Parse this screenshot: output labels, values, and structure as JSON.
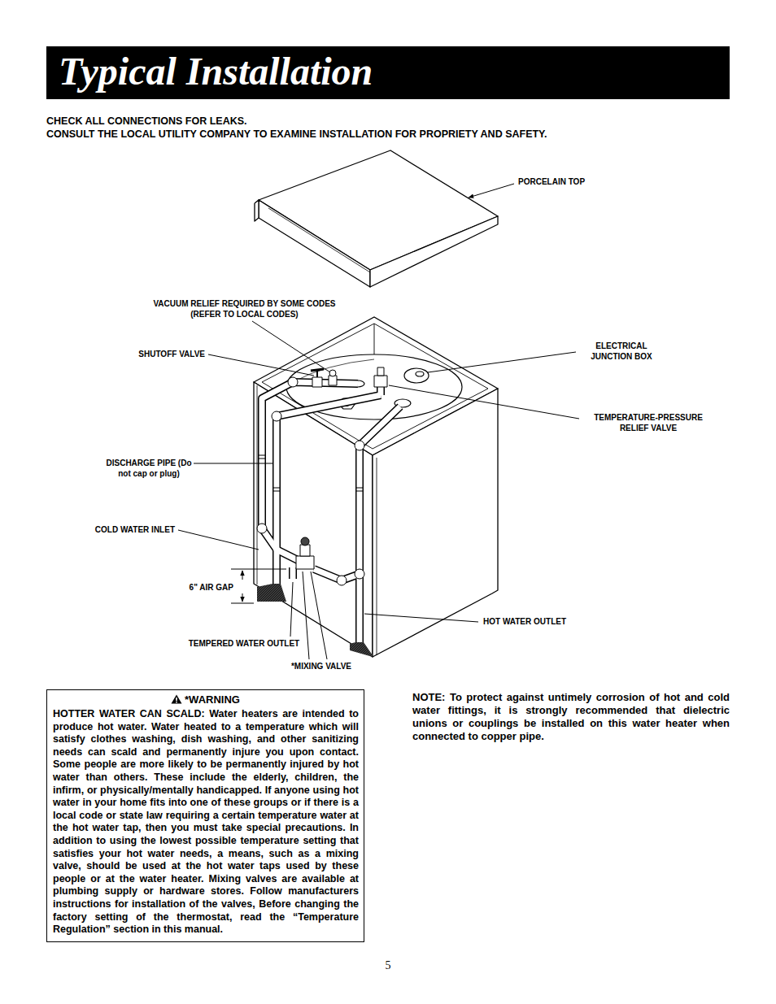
{
  "diagram": {
    "title": "Typical Installation",
    "nodes": [
      {
        "text": [
          "*WARNING",
          "HOTTER WATER CAN SCALD: Water heaters are intended to produce hot water. Water heated to a temperature which will satisfy clothes washing, dish washing, and other sanitizing needs can scald and permanently injure you upon contact. Some people are more likely to be permanently injured by hot water than others. These include the elderly, children, the infirm, or physically/mentally handicapped. If anyone using hot water in your home fits into one of these groups or if there is a local code or state law requiring a certain temperature water at the hot water tap, then you must take special precautions. In addition to using the lowest possible temperature setting that satisfies your hot water needs, a means, such as a mixing valve, should be used at the hot water taps used by these people or at the water heater. Mixing valves are available at plumbing supply or hardware stores. Follow manufacturers instructions for installation of the valves, Before changing the factory setting of the thermostat, read the “Temperature Regulation” section in this manual."
        ]
      }
    ],
    "labels": [
      "CHECK ALL CONNECTIONS FOR LEAKS.",
      "CONSULT THE LOCAL UTILITY COMPANY TO EXAMINE INSTALLATION FOR PROPRIETY AND SAFETY.",
      "PORCELAIN TOP",
      "VACUUM RELIEF REQUIRED BY SOME CODES (REFER TO LOCAL CODES)",
      "SHUTOFF VALVE",
      "ELECTRICAL JUNCTION BOX",
      "TEMPERATURE-PRESSURE RELIEF VALVE",
      "DISCHARGE PIPE (Do not cap or plug)",
      "COLD WATER INLET",
      "6\" AIR GAP",
      "HOT WATER OUTLET",
      "TEMPERED WATER OUTLET",
      "*MIXING VALVE",
      "NOTE: To protect against untimely corrosion of hot and cold water fittings, it is strongly recommended that dielectric unions or couplings be installed on this water heater when connected to copper pipe.",
      "5"
    ]
  }
}
